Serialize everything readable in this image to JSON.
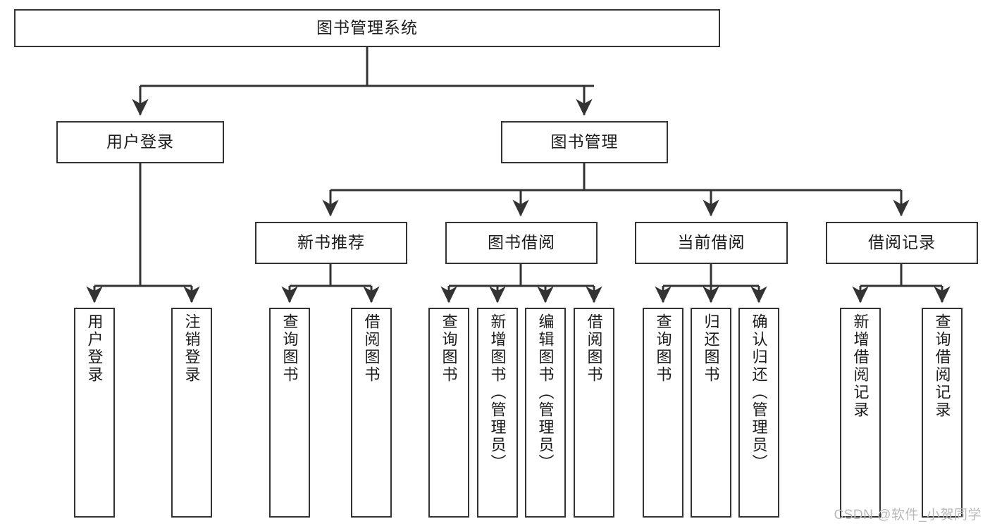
{
  "diagram": {
    "title": "图书管理系统",
    "type": "tree-hierarchy",
    "watermark": "CSDN @软件_小贺同学",
    "colors": {
      "box_border": "#333333",
      "box_fill": "#ffffff",
      "edge": "#333333",
      "text": "#1b1b1b",
      "watermark": "#b9b9b9"
    }
  },
  "root": {
    "label": "图书管理系统"
  },
  "level2": [
    {
      "label": "用户登录"
    },
    {
      "label": "图书管理"
    }
  ],
  "level3": [
    {
      "label": "新书推荐"
    },
    {
      "label": "图书借阅"
    },
    {
      "label": "当前借阅"
    },
    {
      "label": "借阅记录"
    }
  ],
  "leaves": {
    "user_login": [
      {
        "label": "用户登录"
      },
      {
        "label": "注销登录"
      }
    ],
    "new_book": [
      {
        "label": "查询图书"
      },
      {
        "label": "借阅图书"
      }
    ],
    "book_borrow": [
      {
        "label": "查询图书"
      },
      {
        "label": "新增图书（管理员）"
      },
      {
        "label": "编辑图书（管理员）"
      },
      {
        "label": "借阅图书"
      }
    ],
    "current_borrow": [
      {
        "label": "查询图书"
      },
      {
        "label": "归还图书"
      },
      {
        "label": "确认归还（管理员）"
      }
    ],
    "borrow_record": [
      {
        "label": "新增借阅记录"
      },
      {
        "label": "查询借阅记录"
      }
    ]
  }
}
